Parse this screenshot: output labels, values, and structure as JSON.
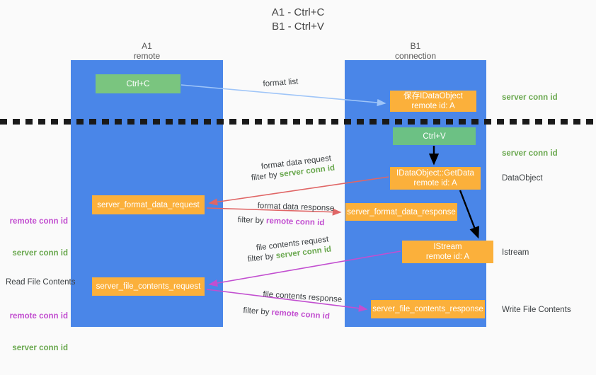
{
  "title": "A1 - Ctrl+C\nB1 - Ctrl+V",
  "columns": {
    "a1": {
      "name": "A1",
      "sub": "remote",
      "header": "A1\nremote",
      "color": "#4a86e8"
    },
    "b1": {
      "name": "B1",
      "sub": "connection",
      "header": "B1\nconnection",
      "color": "#4a86e8"
    }
  },
  "colors": {
    "lane": "#4a86e8",
    "green_box": "#76c18a",
    "orange_box": "#fbb03b",
    "server_conn_id": "#6aa84f",
    "remote_conn_id": "#c24fd0",
    "arrow_format_list": "#9fc5f8",
    "arrow_format_data": "#e06666",
    "arrow_file_contents": "#c24fd0",
    "arrow_internal": "#000000",
    "dash_line": "#1a1a1a"
  },
  "boxes": {
    "ctrl_c": {
      "label": "Ctrl+C",
      "lane": "a1",
      "kind": "green"
    },
    "ctrl_v": {
      "label": "Ctrl+V",
      "lane": "b1",
      "kind": "green"
    },
    "save_idataobject": {
      "line1": "保存IDataObject",
      "line2": "remote id: A",
      "lane": "b1",
      "kind": "orange"
    },
    "getdata": {
      "line1": "IDataObject::GetData",
      "line2": "remote id: A",
      "lane": "b1",
      "kind": "orange"
    },
    "istream": {
      "line1": "IStream",
      "line2": "remote id: A",
      "lane": "b1",
      "kind": "orange"
    },
    "server_format_data_request": {
      "label": "server_format_data_request",
      "lane": "a1",
      "kind": "orange"
    },
    "server_format_data_response": {
      "label": "server_format_data_response",
      "lane": "b1",
      "kind": "orange"
    },
    "server_file_contents_request": {
      "label": "server_file_contents_request",
      "lane": "a1",
      "kind": "orange"
    },
    "server_file_contents_response": {
      "label": "server_file_contents_response",
      "lane": "b1",
      "kind": "orange"
    }
  },
  "arrow_labels": {
    "format_list": "format list",
    "format_data_request": "format data request",
    "format_data_request_filter_prefix": "filter by ",
    "format_data_request_filter_key": "server conn id",
    "format_data_response": "format data response",
    "format_data_response_filter_prefix": "filter by ",
    "format_data_response_filter_key": "remote conn id",
    "file_contents_request": "file contents request",
    "file_contents_request_filter_prefix": "filter by ",
    "file_contents_request_filter_key": "server conn id",
    "file_contents_response": "file contents response",
    "file_contents_response_filter_prefix": "filter by ",
    "file_contents_response_filter_key": "remote conn id"
  },
  "right_annotations": {
    "server_conn_id_top": "server conn id",
    "server_conn_id_mid": "server conn id",
    "dataobject": "DataObject",
    "istream": "Istream",
    "write_file_contents": "Write File Contents"
  },
  "left_annotations": {
    "remote_conn_id_1": "remote conn id",
    "server_conn_id_1": "server conn id",
    "read_file_contents": "Read File Contents",
    "remote_conn_id_2": "remote conn id",
    "server_conn_id_2": "server conn id"
  }
}
